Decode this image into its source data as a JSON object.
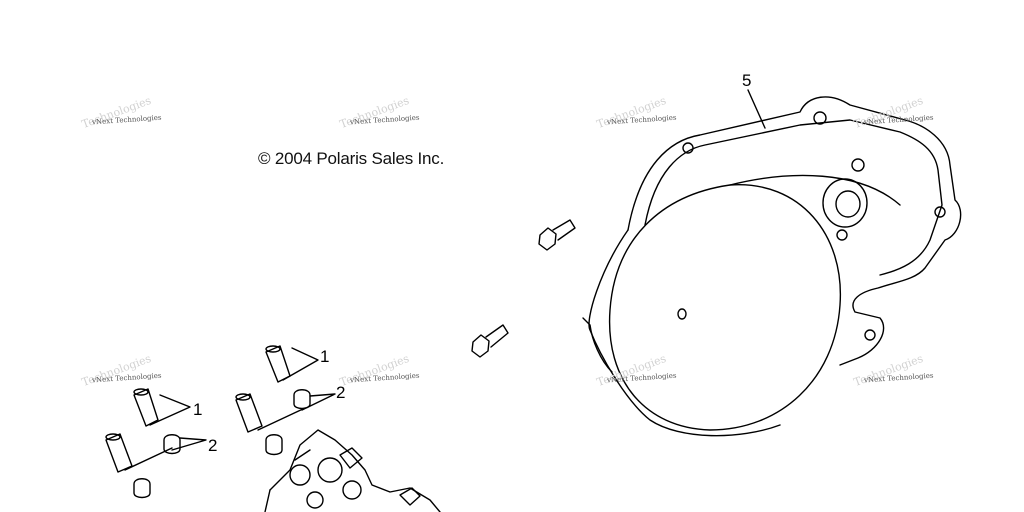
{
  "copyright": "© 2004 Polaris Sales Inc.",
  "callouts": {
    "cover": "5",
    "dowel_top": "1",
    "seal_top": "2",
    "dowel_left": "1",
    "seal_left": "2"
  },
  "watermark": {
    "line1": "vNext Technologies",
    "line2": "Technologies"
  }
}
